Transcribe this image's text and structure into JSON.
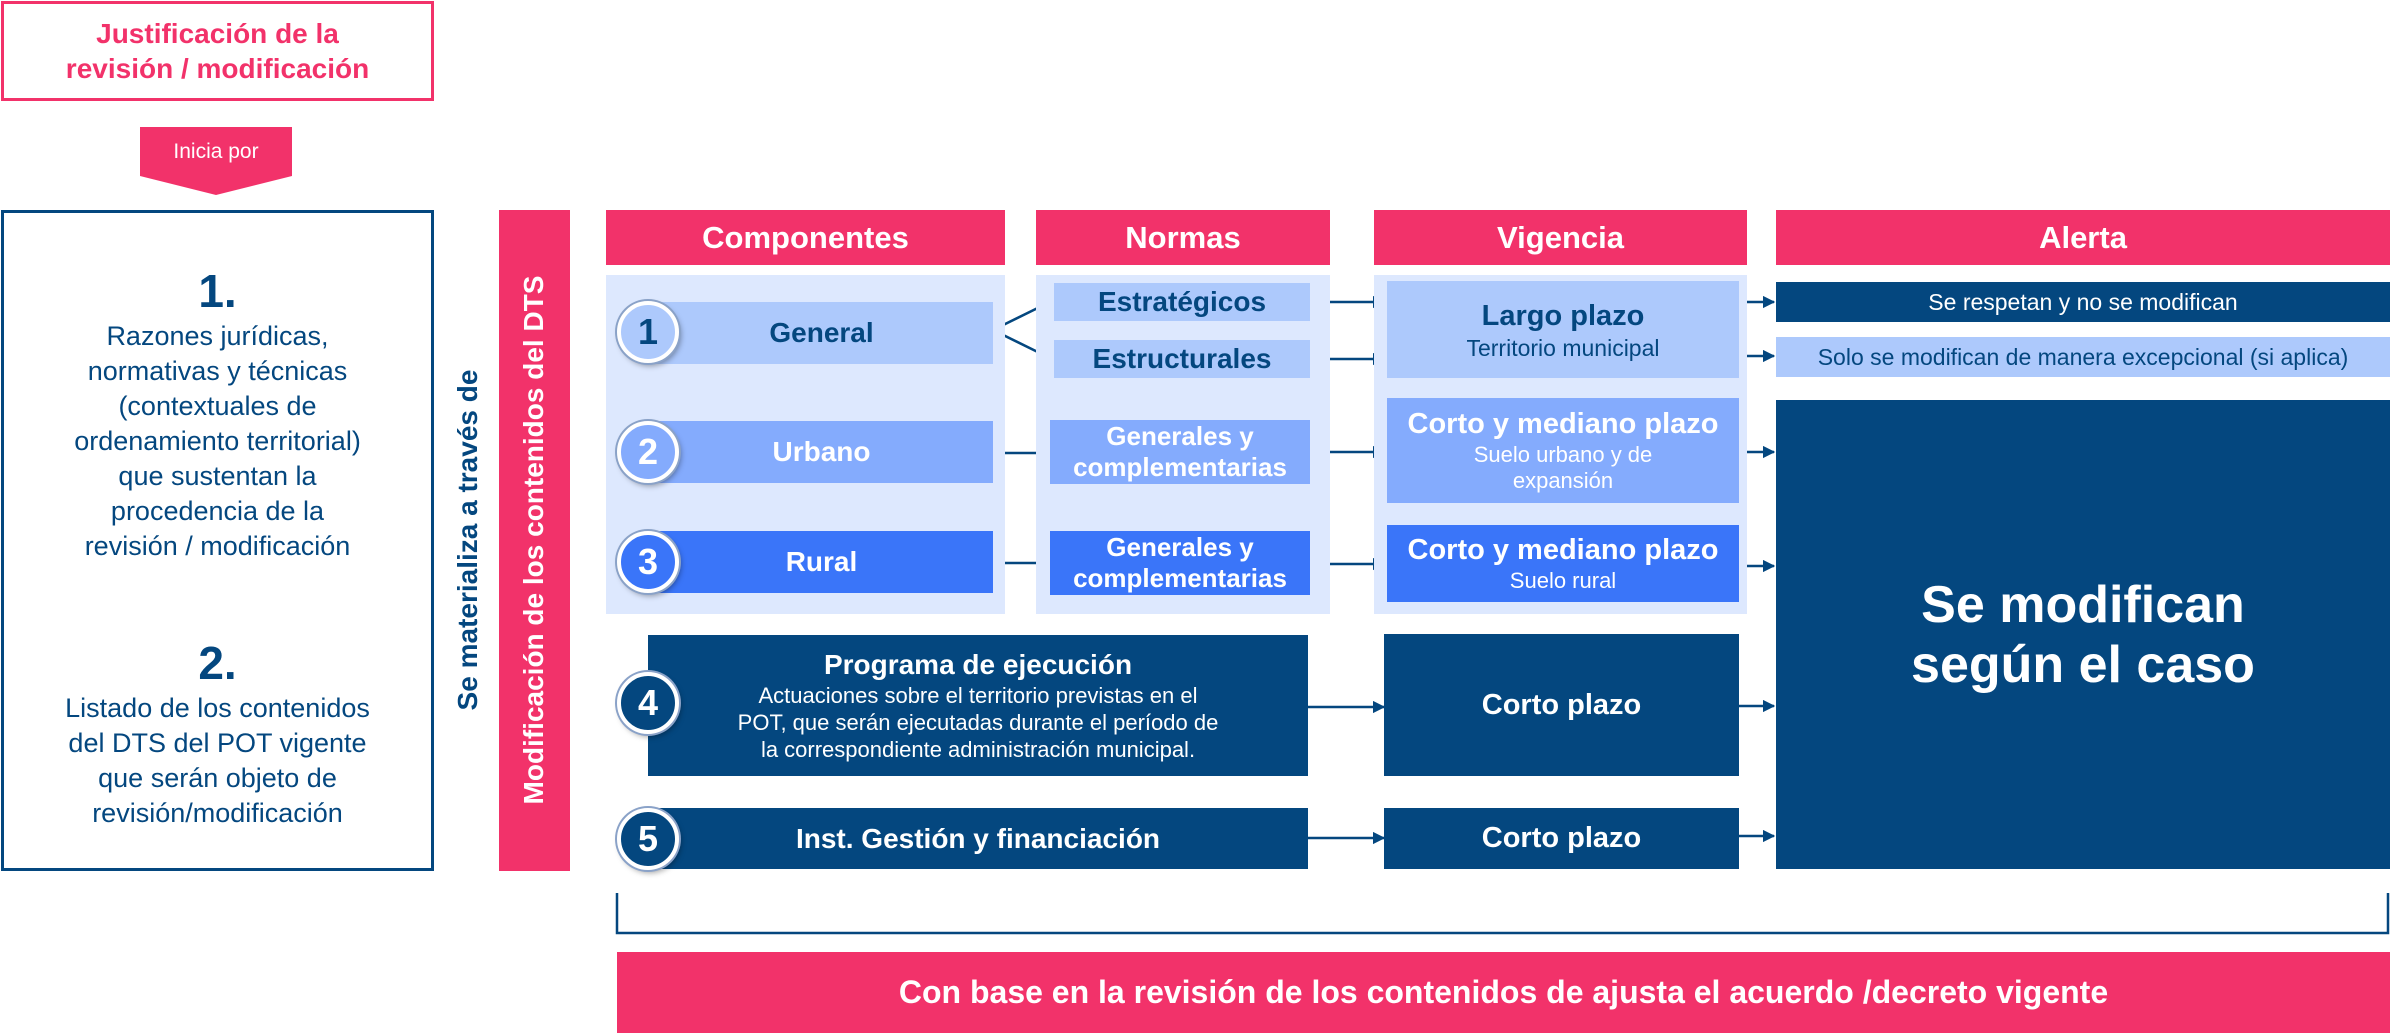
{
  "justification": {
    "title_line1": "Justificación de la",
    "title_line2": "revisión / modificación"
  },
  "initiates": {
    "label": "Inicia por"
  },
  "reasons": {
    "item1": {
      "number": "1.",
      "lines": [
        "Razones jurídicas,",
        "normativas y técnicas",
        "(contextuales de",
        "ordenamiento territorial)",
        "que sustentan la",
        "procedencia de la",
        "revisión / modificación"
      ]
    },
    "item2": {
      "number": "2.",
      "lines": [
        "Listado de los contenidos",
        "del DTS del POT vigente",
        "que serán objeto de",
        "revisión/modificación"
      ]
    }
  },
  "vertical": {
    "materializa": "Se materializa a través de",
    "modificacion": "Modificación de los contenidos del DTS"
  },
  "headers": {
    "componentes": "Componentes",
    "normas": "Normas",
    "vigencia": "Vigencia",
    "alerta": "Alerta"
  },
  "components": [
    {
      "number": "1",
      "label": "General"
    },
    {
      "number": "2",
      "label": "Urbano"
    },
    {
      "number": "3",
      "label": "Rural"
    },
    {
      "number": "4",
      "title": "Programa de ejecución",
      "desc_lines": [
        "Actuaciones sobre el territorio previstas en el",
        "POT, que serán ejecutadas durante el período de",
        "la correspondiente administración municipal."
      ]
    },
    {
      "number": "5",
      "label": "Inst. Gestión y financiación"
    }
  ],
  "norms": {
    "estrategicos": "Estratégicos",
    "estructurales": "Estructurales",
    "generales_urbano": [
      "Generales y",
      "complementarias"
    ],
    "generales_rural": [
      "Generales y",
      "complementarias"
    ]
  },
  "vigencia": {
    "largo": {
      "title": "Largo plazo",
      "sub": "Territorio municipal"
    },
    "corto_urbano": {
      "title": "Corto y mediano plazo",
      "sub_lines": [
        "Suelo urbano y de",
        "expansión"
      ]
    },
    "corto_rural": {
      "title": "Corto y mediano plazo",
      "sub": "Suelo rural"
    },
    "corto_4": "Corto plazo",
    "corto_5": "Corto plazo"
  },
  "alerta": {
    "respetan": "Se respetan y no se modifican",
    "excepcional": "Solo se modifican de manera excepcional (si aplica)",
    "modifican_lines": [
      "Se modifican",
      "según el caso"
    ]
  },
  "footer": {
    "text": "Con base en la revisión de los contenidos de ajusta el acuerdo /decreto vigente"
  },
  "colors": {
    "pink": "#f2326a",
    "navy": "#04477f",
    "light_blue_panel": "#dde8fe",
    "light_blue": "#adc9fc",
    "medium_blue": "#84abfd",
    "bright_blue": "#3a75f9"
  }
}
